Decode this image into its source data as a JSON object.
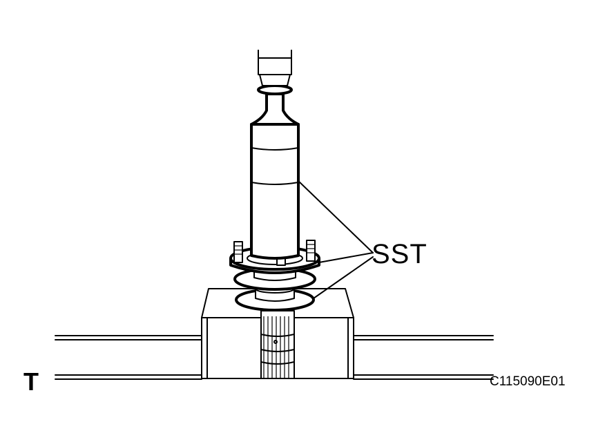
{
  "labels": {
    "sst": "SST",
    "t": "T",
    "figure_code": "C115090E01"
  },
  "colors": {
    "line": "#000000",
    "background": "#ffffff"
  }
}
